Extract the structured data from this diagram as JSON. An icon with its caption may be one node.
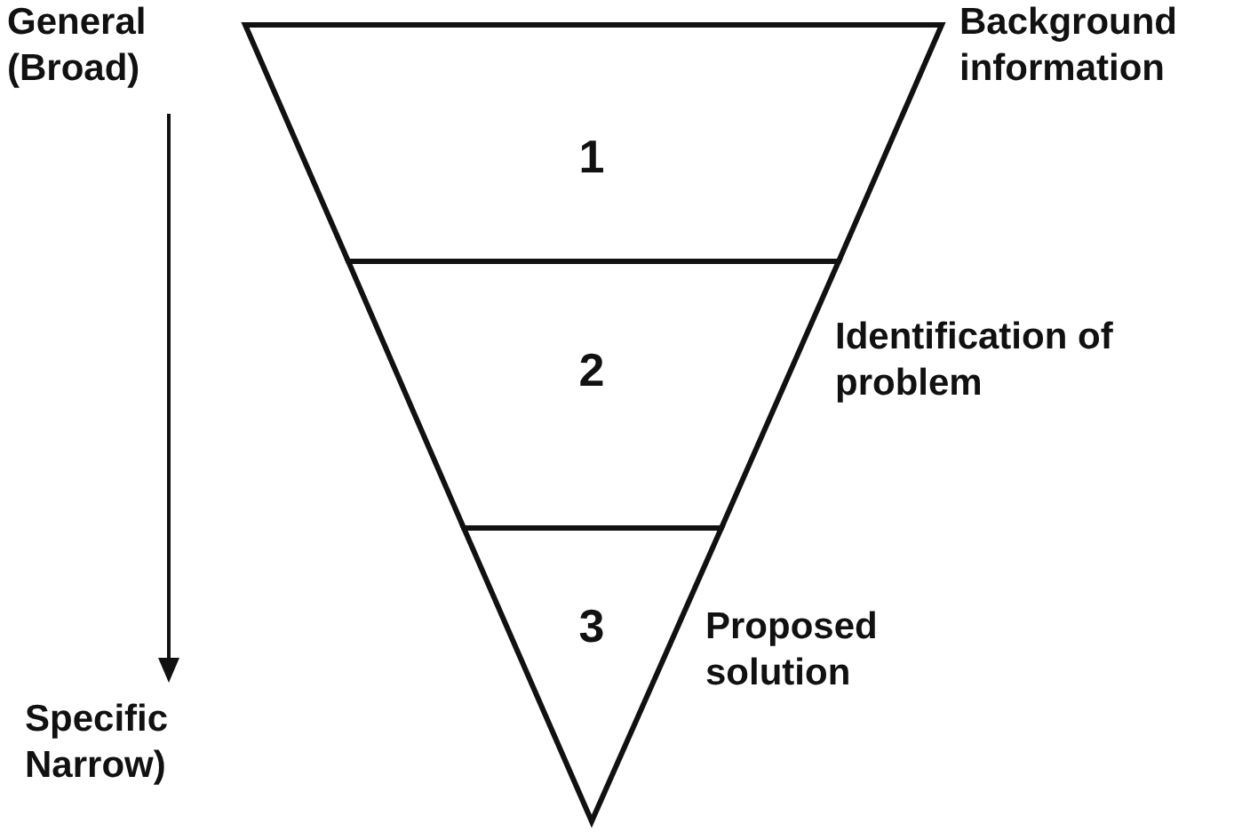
{
  "diagram": {
    "nodes": [
      {
        "text": [
          "1"
        ],
        "beside": [
          "Background information"
        ]
      },
      {
        "text": [
          "2"
        ],
        "beside": [
          "Identification of problem"
        ]
      },
      {
        "text": [
          "3"
        ],
        "beside": [
          "Proposed solution"
        ]
      }
    ],
    "labels": [
      "General (Broad)",
      "Specific Narrow)"
    ]
  }
}
